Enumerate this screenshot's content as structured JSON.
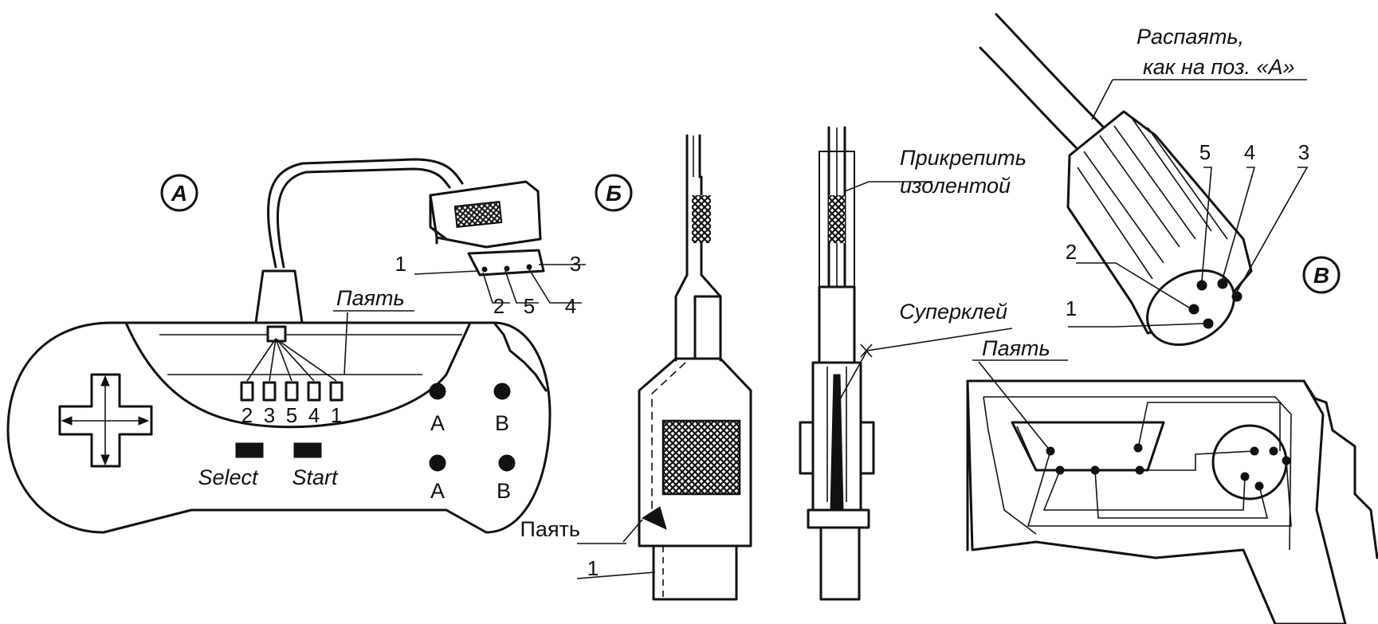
{
  "colors": {
    "ink": "#111111",
    "paper": "#ffffff"
  },
  "panel_a": {
    "marker": "А",
    "solder_label": "Паять",
    "plug_pins": [
      "1",
      "2",
      "5",
      "4",
      "3"
    ],
    "board_pins": [
      "2",
      "3",
      "5",
      "4",
      "1"
    ],
    "select_label": "Select",
    "start_label": "Start",
    "buttons_top": [
      "A",
      "B"
    ],
    "buttons_bottom": [
      "A",
      "B"
    ]
  },
  "panel_b": {
    "marker": "Б",
    "tape_label_line1": "Прикрепить",
    "tape_label_line2": "изолентой",
    "glue_label": "Суперклей",
    "solder_label": "Паять",
    "pin_label": "1"
  },
  "panel_v": {
    "marker": "В",
    "note_line1": "Распаять,",
    "note_line2": "как на поз. «А»",
    "pin_labels": [
      "5",
      "4",
      "3",
      "2",
      "1"
    ],
    "solder_label": "Паять"
  }
}
